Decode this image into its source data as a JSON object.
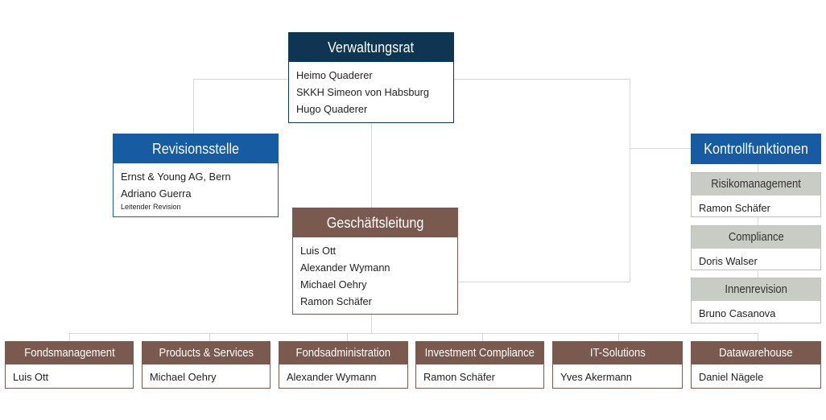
{
  "board": {
    "title": "Verwaltungsrat",
    "members": [
      "Heimo Quaderer",
      "SKKH Simeon von Habsburg",
      "Hugo Quaderer"
    ]
  },
  "audit": {
    "title": "Revisionsstelle",
    "firm": "Ernst & Young AG, Bern",
    "person": "Adriano Guerra",
    "role": "Leitender Revision"
  },
  "management": {
    "title": "Geschäftsleitung",
    "members": [
      "Luis Ott",
      "Alexander Wymann",
      "Michael Oehry",
      "Ramon Schäfer"
    ]
  },
  "controls": {
    "title": "Kontrollfunktionen",
    "items": [
      {
        "title": "Risikomanagement",
        "person": "Ramon Schäfer"
      },
      {
        "title": "Compliance",
        "person": "Doris Walser"
      },
      {
        "title": "Innenrevision",
        "person": "Bruno Casanova"
      }
    ]
  },
  "departments": [
    {
      "title": "Fondsmanagement",
      "person": "Luis Ott"
    },
    {
      "title": "Products & Services",
      "person": "Michael Oehry"
    },
    {
      "title": "Fondsadministration",
      "person": "Alexander Wymann"
    },
    {
      "title": "Investment Compliance",
      "person": "Ramon Schäfer"
    },
    {
      "title": "IT-Solutions",
      "person": "Yves Akermann"
    },
    {
      "title": "Datawarehouse",
      "person": "Daniel Nägele"
    }
  ],
  "colors": {
    "board": "#0e3552",
    "blue": "#175ca2",
    "brown": "#7a5a4f",
    "grey": "#c9ccc4",
    "connector": "#d6d6d6"
  }
}
